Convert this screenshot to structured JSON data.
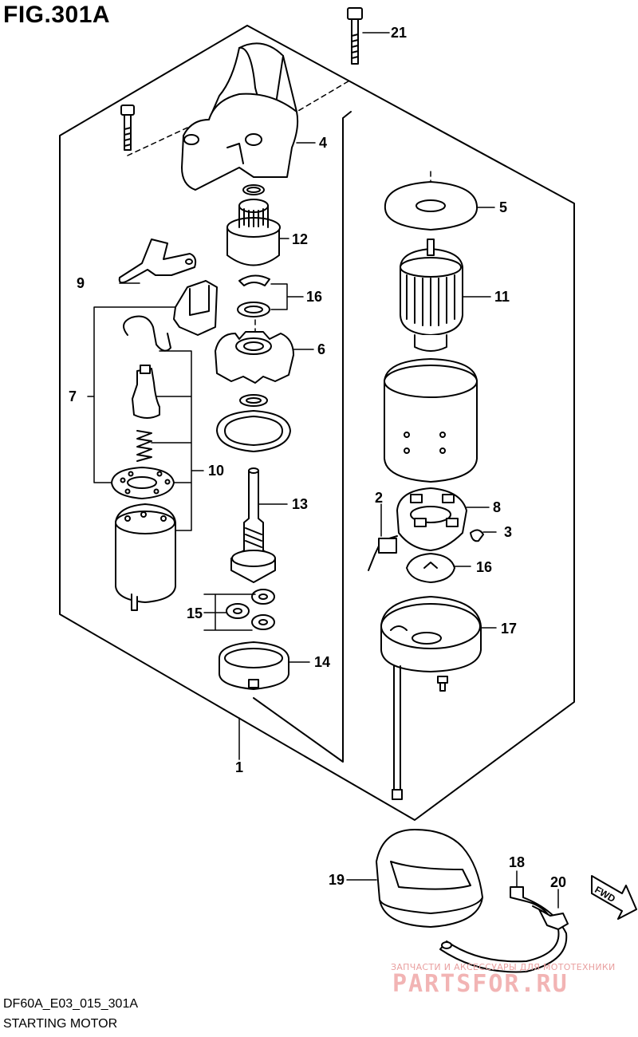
{
  "figure": {
    "title": "FIG.301A",
    "code": "DF60A_E03_015_301A",
    "caption": "STARTING MOTOR"
  },
  "callouts": {
    "c1": "1",
    "c2": "2",
    "c3": "3",
    "c4": "4",
    "c5": "5",
    "c6": "6",
    "c7": "7",
    "c8": "8",
    "c9": "9",
    "c10": "10",
    "c11": "11",
    "c12": "12",
    "c13": "13",
    "c14": "14",
    "c15": "15",
    "c16a": "16",
    "c16b": "16",
    "c17": "17",
    "c18": "18",
    "c19": "19",
    "c20": "20",
    "c21": "21"
  },
  "fwd_marker": "FWD",
  "watermark": {
    "tagline": "ЗАПЧАСТИ И АКСЕССУАРЫ ДЛЯ МОТОТЕХНИКИ",
    "logo": "PARTSFOR.RU"
  }
}
